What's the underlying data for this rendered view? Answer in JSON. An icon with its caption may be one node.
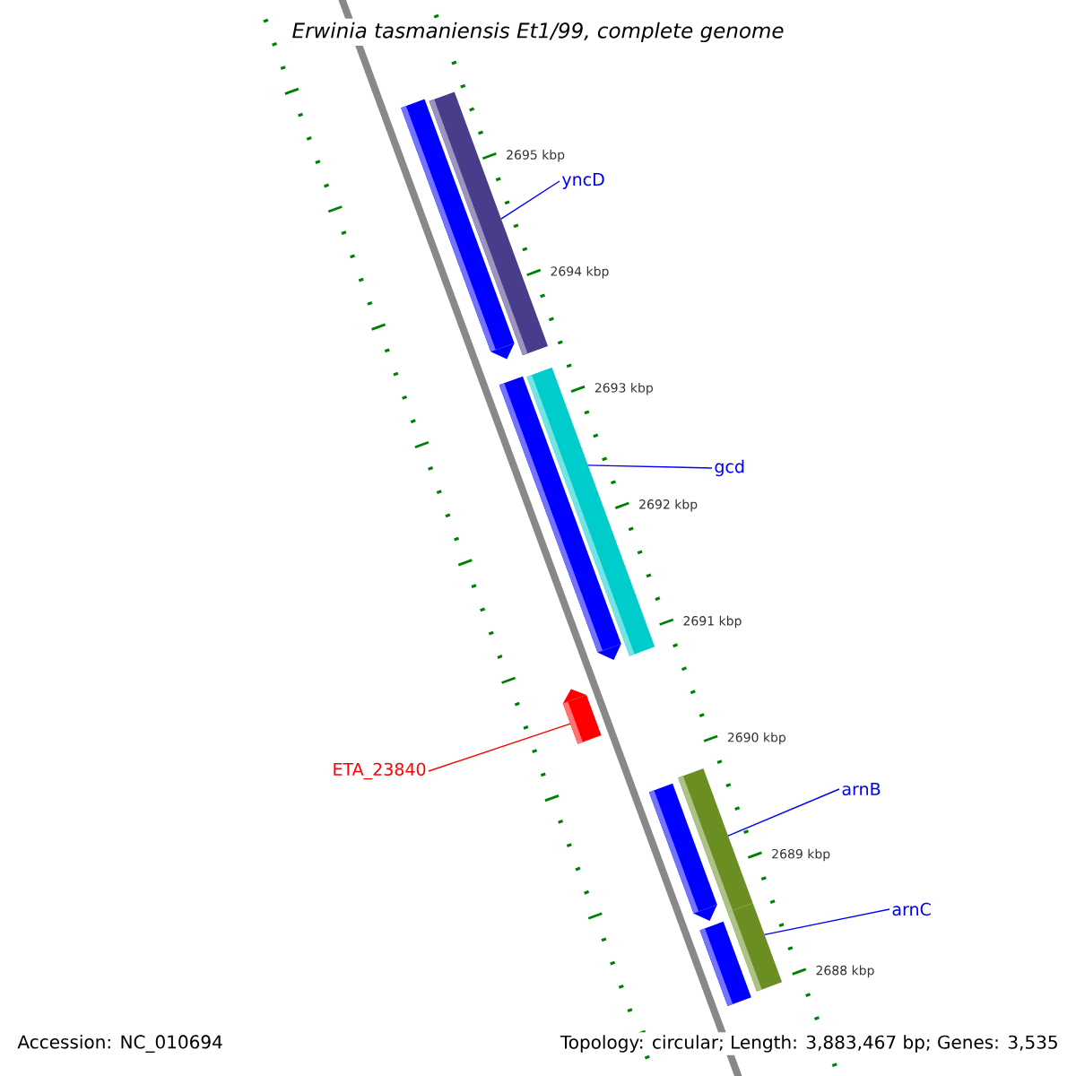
{
  "diagram": {
    "title": "Erwinia tasmaniensis Et1/99, complete genome",
    "nodes": [
      {
        "text": [
          "yncD"
        ]
      },
      {
        "text": [],
        "shape": "bar"
      },
      {
        "text": [
          "gcd"
        ]
      },
      {
        "text": [],
        "shape": "bar"
      },
      {
        "text": [
          "ETA_23840"
        ]
      },
      {
        "text": [],
        "shape": "bar"
      },
      {
        "text": [
          "arnB"
        ]
      },
      {
        "text": [],
        "shape": "bar"
      },
      {
        "text": [
          "arnC"
        ]
      },
      {
        "text": [],
        "shape": "bar"
      },
      {
        "text": [],
        "shape": "bar"
      },
      {
        "text": [],
        "shape": "bar"
      },
      {
        "text": [],
        "shape": "bar"
      },
      {
        "text": [],
        "shape": "bar"
      }
    ],
    "edges": [
      {
        "from": 0,
        "to": 1,
        "arrow": "none"
      },
      {
        "from": 2,
        "to": 3,
        "arrow": "none"
      },
      {
        "from": 4,
        "to": 5,
        "arrow": "none",
        "color": "#ff0000"
      },
      {
        "from": 6,
        "to": 7,
        "arrow": "none"
      },
      {
        "from": 8,
        "to": 9,
        "arrow": "none"
      }
    ],
    "labels": [
      "2695 kbp",
      "2694 kbp",
      "2693 kbp",
      "2692 kbp",
      "2691 kbp",
      "2690 kbp",
      "2689 kbp",
      "2688 kbp",
      "Accession: NC_010694",
      "Topology: circular; Length: 3,883,467 bp; Genes: 3,535"
    ]
  }
}
